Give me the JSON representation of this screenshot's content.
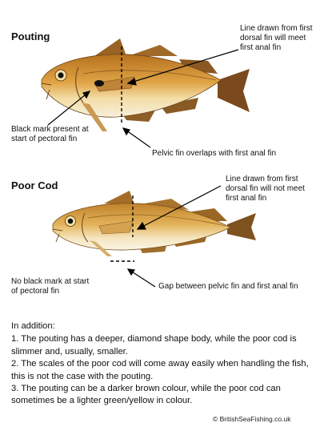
{
  "pouting": {
    "title": "Pouting",
    "line_note": "Line drawn from first dorsal fin will meet first anal fin",
    "black_mark_note": "Black mark present at start of pectoral fin",
    "pelvic_note": "Pelvic fin overlaps with first anal fin"
  },
  "poor_cod": {
    "title": "Poor Cod",
    "line_note": "Line drawn from first dorsal fin will not meet first anal fin",
    "no_mark_note": "No black mark at start of pectoral fin",
    "gap_note": "Gap between pelvic fin and first anal fin"
  },
  "addition": {
    "heading": "In addition:",
    "items": [
      "1. The pouting has a deeper, diamond shape body, while the poor cod is slimmer and, usually, smaller.",
      "2. The scales of the poor cod will come away easily when handling the fish, this is not the case with the pouting.",
      "3. The pouting can be a darker brown colour, while the poor cod can sometimes be a lighter green/yellow in colour."
    ]
  },
  "credit": "© BritishSeaFishing.co.uk",
  "colors": {
    "pouting_body": "#d9952e",
    "pouting_belly": "#f5e6c0",
    "pouting_fin": "#8a5a2a",
    "poorcod_body": "#d7a23c",
    "poorcod_belly": "#f6ecd0",
    "poorcod_fin": "#a8782f"
  }
}
